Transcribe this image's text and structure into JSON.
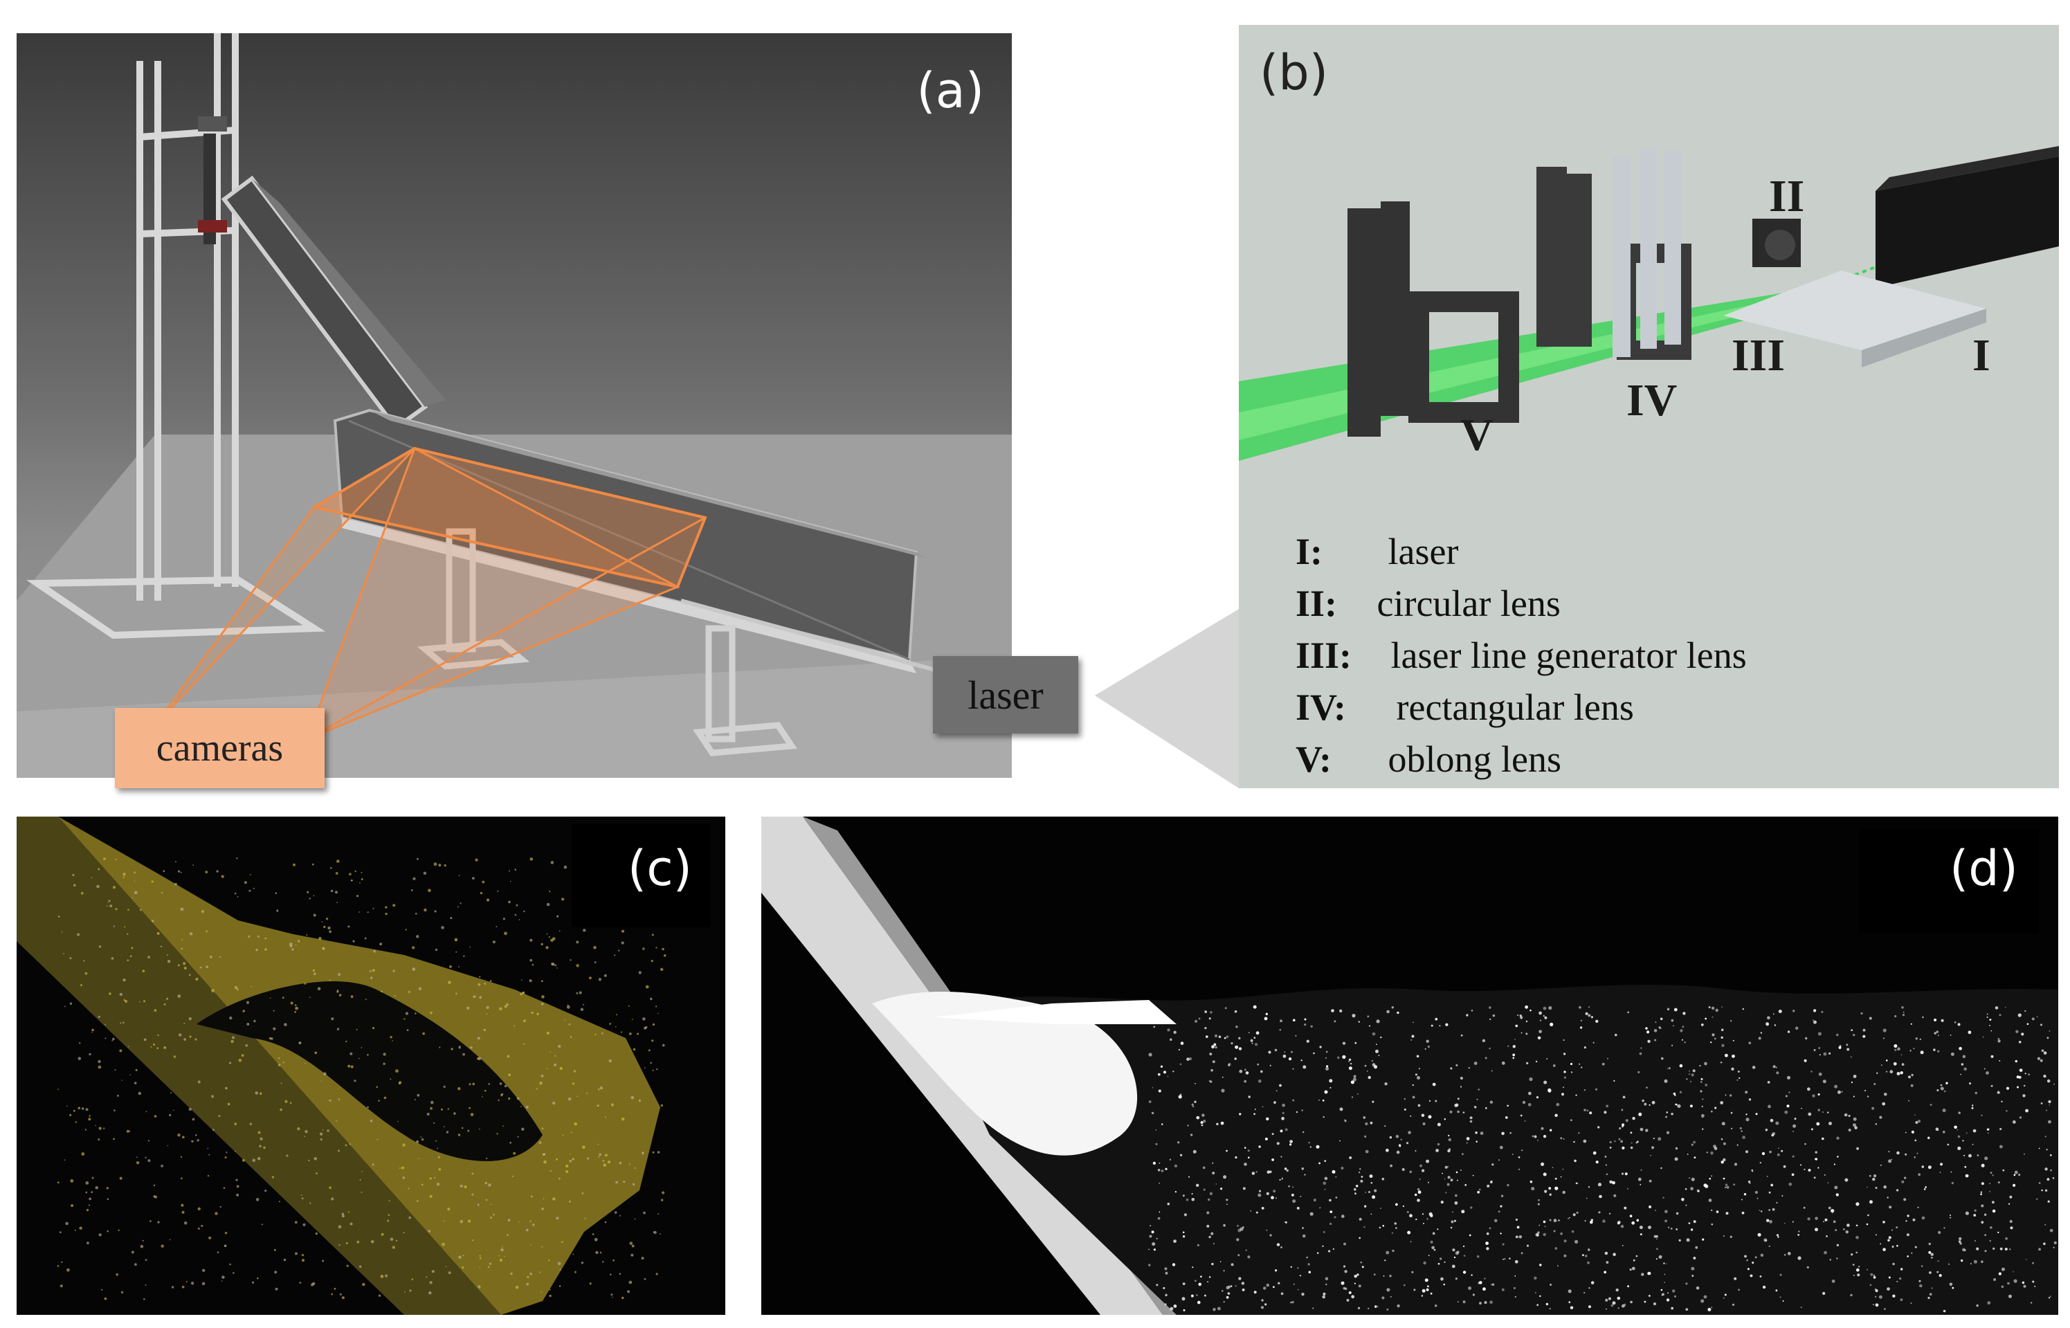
{
  "panels": {
    "a": {
      "label": "(a)",
      "callouts": {
        "cameras": "cameras",
        "laser": "laser"
      }
    },
    "b": {
      "label": "(b)",
      "components": [
        {
          "key": "I:",
          "name": "laser",
          "marker": "I"
        },
        {
          "key": "II:",
          "name": "circular lens",
          "marker": "II"
        },
        {
          "key": "III:",
          "name": "laser line generator lens",
          "marker": "III"
        },
        {
          "key": "IV:",
          "name": "rectangular lens",
          "marker": "IV"
        },
        {
          "key": "V:",
          "name": "oblong lens",
          "marker": "V"
        }
      ]
    },
    "c": {
      "label": "(c)"
    },
    "d": {
      "label": "(d)"
    }
  },
  "colors": {
    "cameras_callout": "#f6b48a",
    "camera_fov": "#f08a45",
    "laser_sheet": "#3fd25a",
    "panel_b_background": "#c9cfcb",
    "panel_c_tint": "#8a7a1e"
  }
}
